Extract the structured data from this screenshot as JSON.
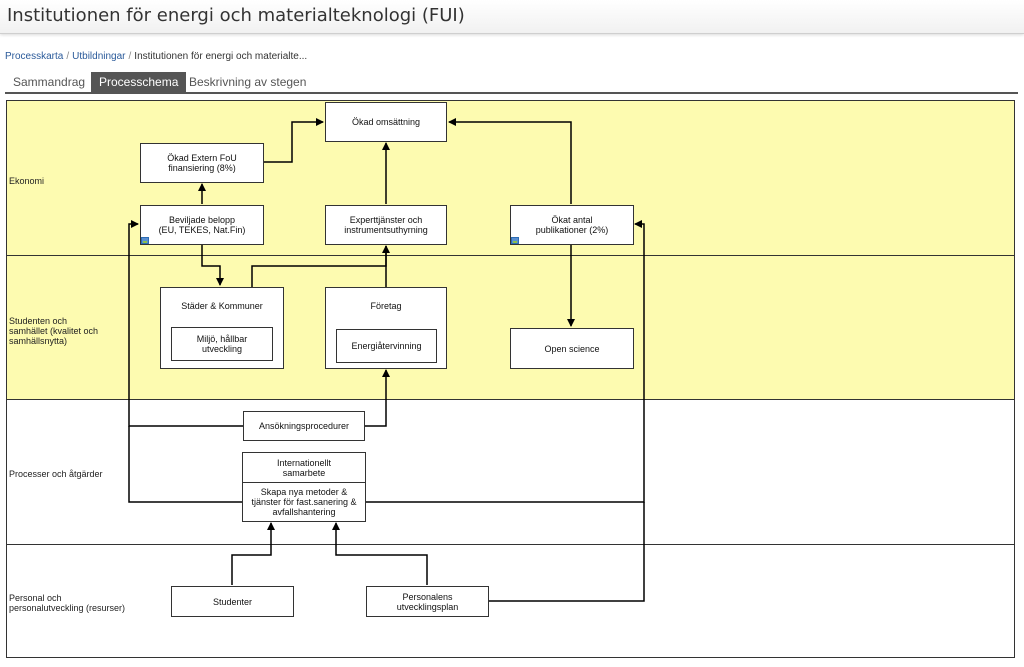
{
  "header": {
    "title": "Institutionen för energi och materialteknologi (FUI)"
  },
  "breadcrumb": {
    "items": [
      "Processkarta",
      "Utbildningar",
      "Institutionen för energi och materialte..."
    ],
    "separator": "/"
  },
  "tabs": [
    {
      "label": "Sammandrag",
      "active": false
    },
    {
      "label": "Processchema",
      "active": true
    },
    {
      "label": "Beskrivning av stegen",
      "active": false
    }
  ],
  "colors": {
    "lane_highlight": "#fdfbb0",
    "lane_plain": "#ffffff",
    "tab_active": "#555555",
    "link": "#2a5a9a"
  },
  "lanes": [
    {
      "label": "Ekonomi"
    },
    {
      "label": "Studenten och\nsamhället (kvalitet och\nsamhällsnytta)"
    },
    {
      "label": "Processer och åtgärder"
    },
    {
      "label": "Personal och\npersonalutveckling (resurser)"
    }
  ],
  "nodes": {
    "okad_omsattning": "Ökad omsättning",
    "okad_extern_fou": "Ökad Extern FoU\nfinansiering (8%)",
    "beviljade_belopp": "Beviljade belopp\n(EU, TEKES, Nat.Fin)",
    "experttjanster": "Experttjänster och\ninstrumentsuthyrning",
    "okat_antal_publikationer": "Ökat antal\npublikationer (2%)",
    "stader_kommuner": "Städer & Kommuner",
    "miljo_hallbar": "Miljö, hållbar\nutveckling",
    "foretag": "Företag",
    "energiatervinning": "Energiåtervinning",
    "open_science": "Open science",
    "ansokningsprocedurer": "Ansökningsprocedurer",
    "internationellt_samarbete": "Internationellt\nsamarbete",
    "skapa_nya_metoder": "Skapa nya metoder &\ntjänster för fast.sanering &\navfallshantering",
    "studenter": "Studenter",
    "personalens_utvecklingsplan": "Personalens\nutvecklingsplan"
  },
  "icons": {
    "document_link": "document-link-icon"
  }
}
